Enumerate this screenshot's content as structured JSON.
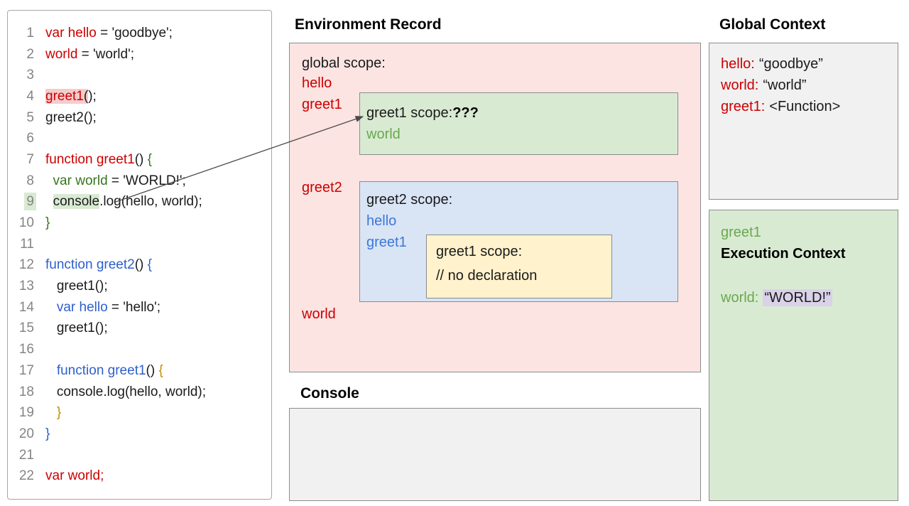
{
  "colors": {
    "code_red": "#cc0000",
    "code_green": "#38761d",
    "code_blue": "#2e5fcc",
    "code_yellow": "#bf9000",
    "label_green": "#6aa84f",
    "label_blue": "#3c78d8",
    "global_scope_fill": "#fbe4e2",
    "greet1_scope_fill": "#d9ead3",
    "greet2_scope_fill": "#d9e4f5",
    "inner_greet1_fill": "#fff2cc",
    "gray_panel_fill": "#f1f1f1",
    "highlight_pink": "#f4cccc",
    "highlight_green": "#d9ead3",
    "highlight_purple": "#d9d2e9"
  },
  "code": {
    "lines": [
      {
        "n": "1",
        "segs": [
          {
            "t": "var hello",
            "c": "red"
          },
          {
            "t": " = 'goodbye';",
            "c": "black"
          }
        ]
      },
      {
        "n": "2",
        "segs": [
          {
            "t": "world",
            "c": "red"
          },
          {
            "t": " = 'world';",
            "c": "black"
          }
        ]
      },
      {
        "n": "3",
        "segs": []
      },
      {
        "n": "4",
        "segs": [
          {
            "t": "greet1",
            "c": "red",
            "h": "pink"
          },
          {
            "t": "(",
            "c": "black",
            "h": "pink"
          },
          {
            "t": ");",
            "c": "black"
          }
        ]
      },
      {
        "n": "5",
        "segs": [
          {
            "t": "greet2();",
            "c": "black"
          }
        ]
      },
      {
        "n": "6",
        "segs": []
      },
      {
        "n": "7",
        "segs": [
          {
            "t": "function greet1",
            "c": "red"
          },
          {
            "t": "() ",
            "c": "black"
          },
          {
            "t": "{",
            "c": "green"
          }
        ]
      },
      {
        "n": "8",
        "segs": [
          {
            "t": "  var world",
            "c": "green"
          },
          {
            "t": " = 'WORLD!';",
            "c": "black"
          }
        ]
      },
      {
        "n": "9",
        "numH": "green",
        "segs": [
          {
            "t": "  ",
            "c": "black"
          },
          {
            "t": "console",
            "c": "black",
            "h": "green"
          },
          {
            "t": ".log(hello, world);",
            "c": "black"
          }
        ]
      },
      {
        "n": "10",
        "segs": [
          {
            "t": "}",
            "c": "green"
          }
        ]
      },
      {
        "n": "11",
        "segs": []
      },
      {
        "n": "12",
        "segs": [
          {
            "t": "function greet2",
            "c": "blue"
          },
          {
            "t": "() ",
            "c": "black"
          },
          {
            "t": "{",
            "c": "blue"
          }
        ]
      },
      {
        "n": "13",
        "segs": [
          {
            "t": "   greet1();",
            "c": "black"
          }
        ]
      },
      {
        "n": "14",
        "segs": [
          {
            "t": "   var hello",
            "c": "blue"
          },
          {
            "t": " = 'hello';",
            "c": "black"
          }
        ]
      },
      {
        "n": "15",
        "segs": [
          {
            "t": "   greet1();",
            "c": "black"
          }
        ]
      },
      {
        "n": "16",
        "segs": []
      },
      {
        "n": "17",
        "segs": [
          {
            "t": "   function greet1",
            "c": "blue"
          },
          {
            "t": "() ",
            "c": "black"
          },
          {
            "t": "{",
            "c": "yellow"
          }
        ]
      },
      {
        "n": "18",
        "segs": [
          {
            "t": "   console.log(hello, world);",
            "c": "black"
          }
        ]
      },
      {
        "n": "19",
        "segs": [
          {
            "t": "   }",
            "c": "yellow"
          }
        ]
      },
      {
        "n": "20",
        "segs": [
          {
            "t": "}",
            "c": "blue"
          }
        ]
      },
      {
        "n": "21",
        "segs": []
      },
      {
        "n": "22",
        "segs": [
          {
            "t": "var world;",
            "c": "red"
          }
        ]
      }
    ]
  },
  "environment_record": {
    "title": "Environment Record",
    "global_scope": {
      "label": "global scope:",
      "var_hello": "hello",
      "var_greet1": "greet1",
      "var_greet2": "greet2",
      "var_world": "world"
    },
    "greet1_scope": {
      "label": "greet1 scope:",
      "unknown": "???",
      "var_world": "world"
    },
    "greet2_scope": {
      "label": "greet2 scope:",
      "var_hello": "hello",
      "var_greet1": "greet1",
      "inner_greet1_scope": {
        "label": "greet1 scope:",
        "comment": "// no declaration"
      }
    }
  },
  "console_panel": {
    "title": "Console"
  },
  "global_context": {
    "title": "Global Context",
    "entries": [
      {
        "key": "hello:",
        "value": "“goodbye”"
      },
      {
        "key": "world:",
        "value": "“world”"
      },
      {
        "key": "greet1:",
        "value": "<Function>"
      }
    ]
  },
  "execution_context": {
    "fn_name": "greet1",
    "title": "Execution Context",
    "entry_key": "world:",
    "entry_value": "“WORLD!”"
  }
}
